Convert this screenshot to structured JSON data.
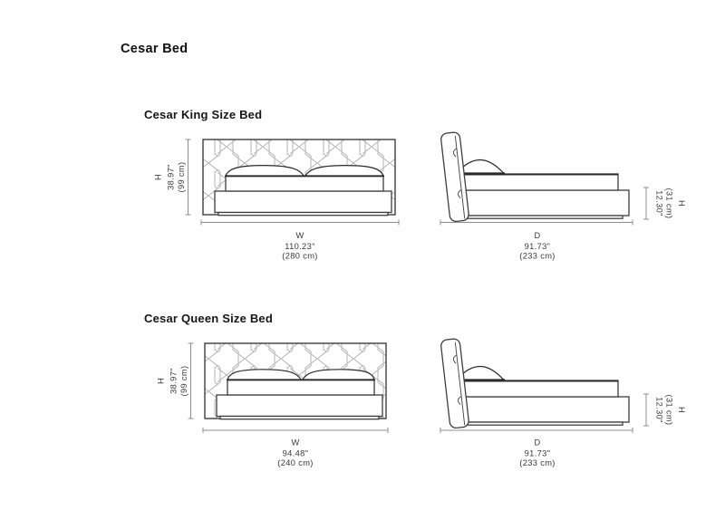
{
  "page": {
    "title": "Cesar Bed"
  },
  "colors": {
    "background": "#ffffff",
    "outline": "#3f3f3f",
    "pattern_line": "#b5b5b5",
    "dimension_line": "#8f8f8f",
    "dimension_text": "#3a3a3a",
    "title_text": "#111111"
  },
  "sections": [
    {
      "title": "Cesar King Size Bed",
      "front_view": {
        "height": {
          "axis": "H",
          "inches": "38.97\"",
          "cm": "(99 cm)"
        },
        "width": {
          "axis": "W",
          "inches": "110.23\"",
          "cm": "(280 cm)"
        }
      },
      "side_view": {
        "rail_height": {
          "axis": "H",
          "inches": "12.30\"",
          "cm": "(31 cm)"
        },
        "depth": {
          "axis": "D",
          "inches": "91.73\"",
          "cm": "(233 cm)"
        }
      }
    },
    {
      "title": "Cesar Queen Size Bed",
      "front_view": {
        "height": {
          "axis": "H",
          "inches": "38.97\"",
          "cm": "(99 cm)"
        },
        "width": {
          "axis": "W",
          "inches": "94.48\"",
          "cm": "(240 cm)"
        }
      },
      "side_view": {
        "rail_height": {
          "axis": "H",
          "inches": "12.30\"",
          "cm": "(31 cm)"
        },
        "depth": {
          "axis": "D",
          "inches": "91.73\"",
          "cm": "(233 cm)"
        }
      }
    }
  ]
}
